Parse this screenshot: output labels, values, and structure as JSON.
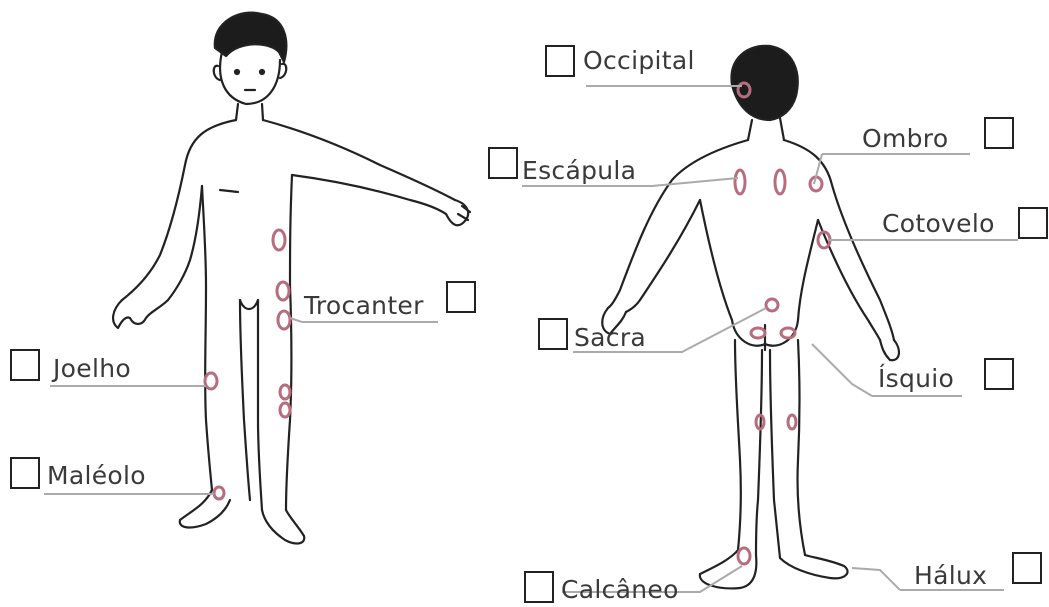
{
  "diagram": {
    "labels": {
      "occipital": "Occipital",
      "ombro": "Ombro",
      "escapula": "Escápula",
      "cotovelo": "Cotovelo",
      "trocanter": "Trocanter",
      "sacra": "Sacra",
      "joelho": "Joelho",
      "isquio": "Ísquio",
      "maleolo": "Maléolo",
      "halux": "Hálux",
      "calcaneo": "Calcâneo"
    },
    "colors": {
      "outline": "#222222",
      "hair": "#1c1c1c",
      "pressure_point": "#b86d7e",
      "leader_line": "#aaaaaa",
      "label_text": "#3a3a3a"
    }
  }
}
